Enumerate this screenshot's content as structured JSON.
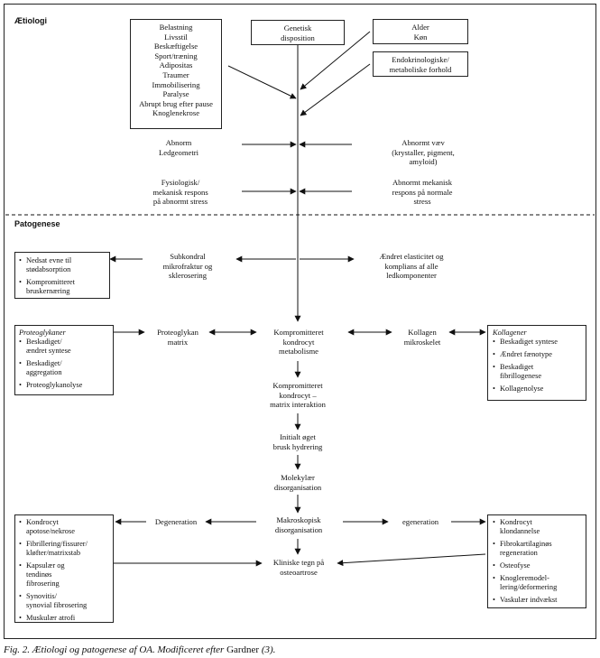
{
  "sections": {
    "etiologi": "Ætiologi",
    "patogenese": "Patogenese"
  },
  "factors": {
    "lifestyle": "Belastning\nLivsstil\nBeskæftigelse\nSport/træning\nAdipositas\nTraumer\nImmobilisering\nParalyse\nAbrupt brug efter pause\nKnoglenekrose",
    "genetic": "Genetisk\ndisposition",
    "age": "Alder\nKøn",
    "endocrine": "Endokrinologiske/\nmetaboliske forhold",
    "abnormal_geometry": "Abnorm\nLedgeometri",
    "abnormal_tissue": "Abnormt væv\n(krystaller, pigment,\namyloid)",
    "physiological_response": "Fysiologisk/\nmekanisk respons\npå abnormt stress",
    "abnormal_response": "Abnormt mekanisk\nrespons på normale\nstress"
  },
  "patho": {
    "subchondral": "Subkondral\nmikrofraktur og\nsklerosering",
    "elasticity": "Ændret elasticitet og\nkomplians af alle\nledkomponenter",
    "proteoglycan_matrix": "Proteoglykan\nmatrix",
    "compromised_metabolism": "Kompromitteret\nkondrocyt\nmetabolisme",
    "collagen_skeleton": "Kollagen\nmikroskelet",
    "compromised_interaction": "Kompromitteret\nkondrocyt –\nmatrix interaktion",
    "hydration": "Initialt øget\nbrusk hydrering",
    "molecular": "Molekylær\ndisorganisation",
    "degeneration": "Degeneration",
    "macroscopic": "Makroskopisk\ndisorganisation",
    "regeneration": "egeneration",
    "clinical": "Kliniske tegn på\nosteoartrose"
  },
  "boxes": {
    "shock": {
      "items": [
        "Nedsat evne til\nstødabsorption",
        "Kompromitteret\nbruskernæring"
      ]
    },
    "proteoglycans": {
      "title": "Proteoglykaner",
      "items": [
        "Beskadiget/\nændret syntese",
        "Beskadiget/\naggregation",
        "Proteoglykanolyse"
      ]
    },
    "collagens": {
      "title": "Kollagener",
      "items": [
        "Beskadiget syntese",
        "Ændret fænotype",
        "Beskadiget\nfibrillogenese",
        "Kollagenolyse"
      ]
    },
    "degeneration_effects": {
      "items": [
        "Kondrocyt\napotose/nekrose",
        "Fibrillering/fissurer/\nkløfter/matrixstab",
        "Kapsulær og\ntendinøs\nfibrosering",
        "Synovitis/\nsynovial fibrosering",
        "Muskulær atrofi"
      ]
    },
    "regeneration_effects": {
      "items": [
        "Kondrocyt\nklondannelse",
        "Fibrokartilaginøs\nregeneration",
        "Osteofyse",
        "Knogleremodel-\nlering/deformering",
        "Vaskulær indvækst"
      ]
    }
  },
  "caption": {
    "prefix": "Fig. 2. Ætiologi og patogenese af OA. Modificeret efter ",
    "author": "Gardner",
    "ref": " (3)."
  }
}
